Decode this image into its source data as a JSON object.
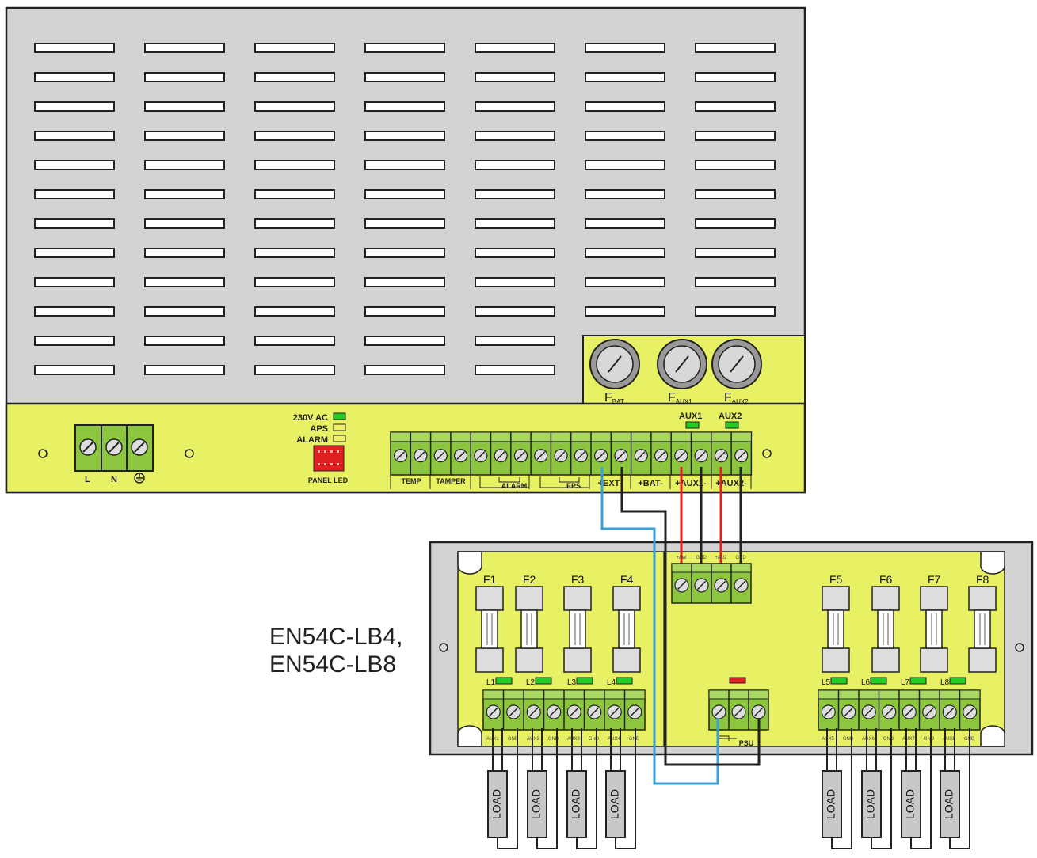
{
  "psu": {
    "fuses": [
      {
        "main": "F",
        "sub": "BAT"
      },
      {
        "main": "F",
        "sub": "AUX1"
      },
      {
        "main": "F",
        "sub": "AUX2"
      }
    ],
    "aux_leds": [
      "AUX1",
      "AUX2"
    ],
    "mains_labels": [
      "L",
      "N"
    ],
    "indicators": [
      "230V AC",
      "APS",
      "ALARM"
    ],
    "panel_led_label": "PANEL LED",
    "terminal_labels": [
      "TEMP",
      "TAMPER",
      "ALARM",
      "EPS",
      "+EXT-",
      "+BAT-",
      "+AUX1-",
      "+AUX2-"
    ]
  },
  "caption": {
    "line1": "EN54C-LB4,",
    "line2": "EN54C-LB8"
  },
  "module": {
    "fuses": [
      "F1",
      "F2",
      "F3",
      "F4",
      "F5",
      "F6",
      "F7",
      "F8"
    ],
    "leds": [
      "L1",
      "L2",
      "L3",
      "L4",
      "L5",
      "L6",
      "L7",
      "L8"
    ],
    "input_labels": [
      "+AW",
      "GND",
      "+AU2",
      "GND"
    ],
    "output_labels": [
      "AUX1",
      "GND",
      "AUX2",
      "GND",
      "AUX3",
      "GND",
      "AUX4",
      "GND",
      "AUX5",
      "GND",
      "AUX6",
      "GND",
      "AUX7",
      "GND",
      "AUX8",
      "GND"
    ],
    "psu_label": "PSU",
    "load_label": "LOAD"
  },
  "colors": {
    "board": "#e8f064",
    "terminal": "#8cc63f",
    "enclosure": "#d3d3d3",
    "led_green": "#22cc22",
    "led_yellow": "#f0f064",
    "led_red": "#e02020",
    "wire_red": "#e02020",
    "wire_blue": "#3aa0d8",
    "wire_black": "#222222"
  }
}
